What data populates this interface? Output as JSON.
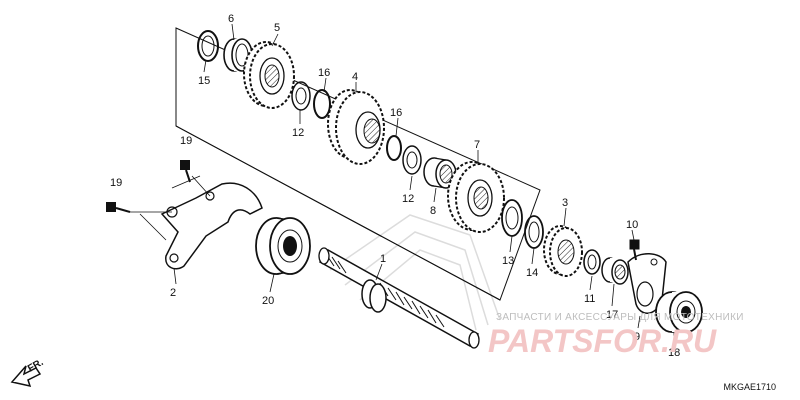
{
  "diagram": {
    "code": "MKGAE1710",
    "direction_label": "FR.",
    "watermark": {
      "line1": "ЗАПЧАСТИ И АКСЕССУАРЫ ДЛЯ МОТОТЕХНИКИ",
      "line2": "PARTSFOR.RU"
    },
    "parts": [
      {
        "id": "p15",
        "label": "15"
      },
      {
        "id": "p6",
        "label": "6"
      },
      {
        "id": "p5",
        "label": "5"
      },
      {
        "id": "p16a",
        "label": "16"
      },
      {
        "id": "p4",
        "label": "4"
      },
      {
        "id": "p12a",
        "label": "12"
      },
      {
        "id": "p16b",
        "label": "16"
      },
      {
        "id": "p12b",
        "label": "12"
      },
      {
        "id": "p7",
        "label": "7"
      },
      {
        "id": "p8",
        "label": "8"
      },
      {
        "id": "p19a",
        "label": "19"
      },
      {
        "id": "p19b",
        "label": "19"
      },
      {
        "id": "p3",
        "label": "3"
      },
      {
        "id": "p13",
        "label": "13"
      },
      {
        "id": "p14",
        "label": "14"
      },
      {
        "id": "p10",
        "label": "10"
      },
      {
        "id": "p1",
        "label": "1"
      },
      {
        "id": "p2",
        "label": "2"
      },
      {
        "id": "p20",
        "label": "20"
      },
      {
        "id": "p11",
        "label": "11"
      },
      {
        "id": "p17",
        "label": "17"
      },
      {
        "id": "p9",
        "label": "9"
      },
      {
        "id": "p18",
        "label": "18"
      }
    ]
  }
}
